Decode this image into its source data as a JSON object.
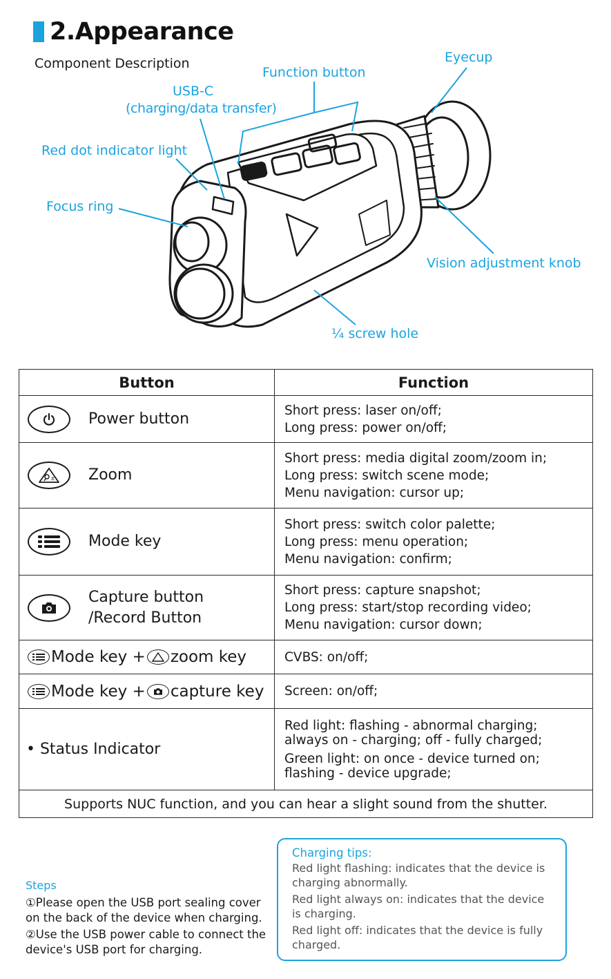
{
  "header": {
    "title": "2.Appearance",
    "subtitle": "Component Description"
  },
  "callouts": {
    "eyecup": "Eyecup",
    "function_button": "Function button",
    "usbc_line1": "USB-C",
    "usbc_line2": "(charging/data transfer)",
    "red_dot": "Red dot indicator light",
    "focus_ring": "Focus ring",
    "vision_knob": "Vision adjustment knob",
    "screw_hole": "¼ screw hole"
  },
  "table": {
    "col_button": "Button",
    "col_function": "Function",
    "rows": [
      {
        "icon": "power-icon",
        "name": "Power button",
        "lines": [
          "Short press: laser on/off;",
          "Long press: power on/off;"
        ]
      },
      {
        "icon": "zoom-icon",
        "name": "Zoom",
        "lines": [
          "Short press: media digital zoom/zoom in;",
          "Long press: switch scene mode;",
          "Menu navigation: cursor up;"
        ]
      },
      {
        "icon": "menu-icon",
        "name": "Mode key",
        "lines": [
          "Short press: switch color palette;",
          "Long press: menu operation;",
          "Menu navigation: confirm;"
        ]
      },
      {
        "icon": "camera-icon",
        "name_line1": "Capture button",
        "name_line2": "/Record Button",
        "lines": [
          "Short press: capture snapshot;",
          "Long press: start/stop recording video;",
          "Menu navigation: cursor down;"
        ]
      }
    ],
    "combo1": {
      "a": "Mode key +",
      "b": "zoom key",
      "function": "CVBS: on/off;"
    },
    "combo2": {
      "a": "Mode key +",
      "b": "capture key",
      "function": "Screen: on/off;"
    },
    "status": {
      "label": "• Status Indicator",
      "lines": [
        "Red light: flashing - abnormal charging;",
        "always on - charging; off - fully charged;",
        "Green light: on once - device turned on;",
        "flashing - device upgrade;"
      ]
    },
    "nuc": "Supports NUC function, and you can hear a slight sound from the shutter."
  },
  "steps": {
    "title": "Steps",
    "items": [
      "①Please open the USB port sealing cover on the back of the device when charging.",
      "②Use the USB power cable to connect the device's USB port for charging."
    ]
  },
  "tips": {
    "title": "Charging tips:",
    "items": [
      "Red light flashing: indicates that the device is charging abnormally.",
      "Red light always on: indicates that the device is charging.",
      "Red light off: indicates that the device is fully charged."
    ]
  },
  "colors": {
    "accent": "#1aa3df",
    "text": "#1a1a1a",
    "muted": "#555555"
  }
}
